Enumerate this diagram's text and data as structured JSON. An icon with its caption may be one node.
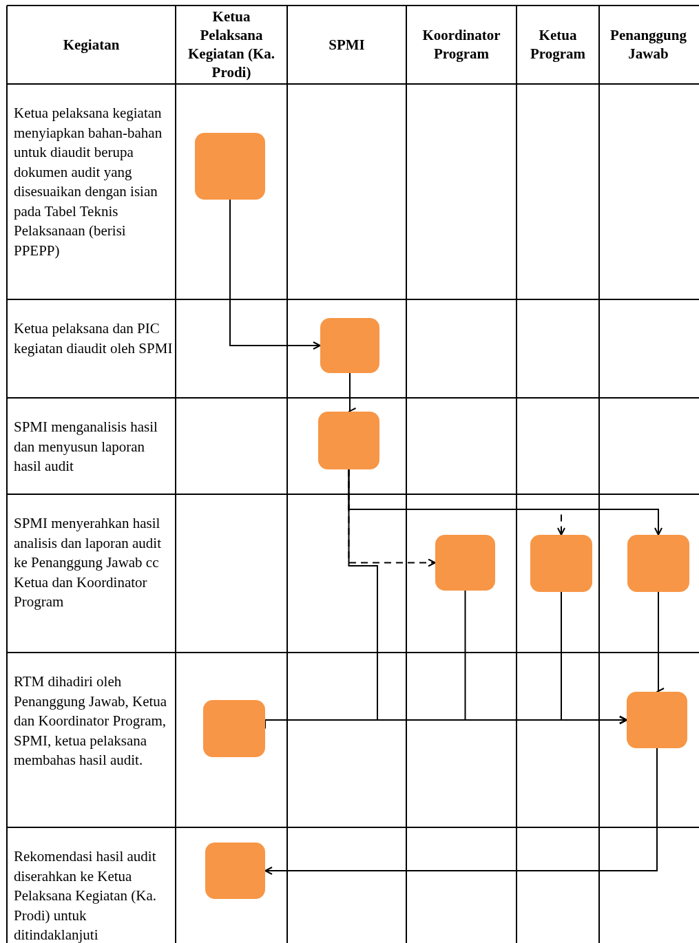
{
  "diagram": {
    "nodes": [
      {
        "text": [],
        "shape": "box"
      },
      {
        "text": [],
        "shape": "box"
      },
      {
        "text": [],
        "shape": "box"
      },
      {
        "text": [],
        "shape": "box"
      },
      {
        "text": [],
        "shape": "box"
      },
      {
        "text": [],
        "shape": "box"
      },
      {
        "text": [],
        "shape": "box"
      },
      {
        "text": [],
        "shape": "box"
      },
      {
        "text": [],
        "shape": "box"
      }
    ],
    "edges": [
      {
        "from": 0,
        "to": 1,
        "arrow": "to"
      },
      {
        "from": 1,
        "to": 2,
        "arrow": "to"
      },
      {
        "from": 2,
        "to": 3,
        "arrow": "to",
        "style": "dashed"
      },
      {
        "from": 2,
        "to": 4,
        "arrow": "to",
        "style": "dashed"
      },
      {
        "from": 2,
        "to": 5,
        "arrow": "to"
      },
      {
        "from": 2,
        "to": 7,
        "arrow": "to"
      },
      {
        "from": 3,
        "to": 7,
        "arrow": "to"
      },
      {
        "from": 4,
        "to": 7,
        "arrow": "to"
      },
      {
        "from": 5,
        "to": 7,
        "arrow": "to"
      },
      {
        "from": 6,
        "to": 7,
        "arrow": "to"
      },
      {
        "from": 7,
        "to": 8,
        "arrow": "to"
      }
    ],
    "labels": [
      "Kegiatan",
      "Ketua Pelaksana Kegiatan (Ka. Prodi)",
      "SPMI",
      "Koordinator Program",
      "Ketua Program",
      "Penanggung Jawab",
      "Ketua pelaksana kegiatan menyiapkan bahan-bahan untuk diaudit berupa dokumen audit yang disesuaikan dengan isian pada Tabel Teknis Pelaksanaan (berisi PPEPP)",
      "Ketua pelaksana dan PIC kegiatan diaudit oleh SPMI",
      "SPMI menganalisis hasil dan menyusun laporan hasil audit",
      "SPMI menyerahkan hasil analisis dan laporan audit ke Penanggung Jawab cc Ketua dan Koordinator Program",
      "RTM dihadiri oleh Penanggung Jawab, Ketua dan Koordinator Program, SPMI, ketua pelaksana membahas hasil audit.",
      "Rekomendasi hasil audit diserahkan ke Ketua Pelaksana Kegiatan (Ka. Prodi) untuk ditindaklanjuti"
    ]
  }
}
